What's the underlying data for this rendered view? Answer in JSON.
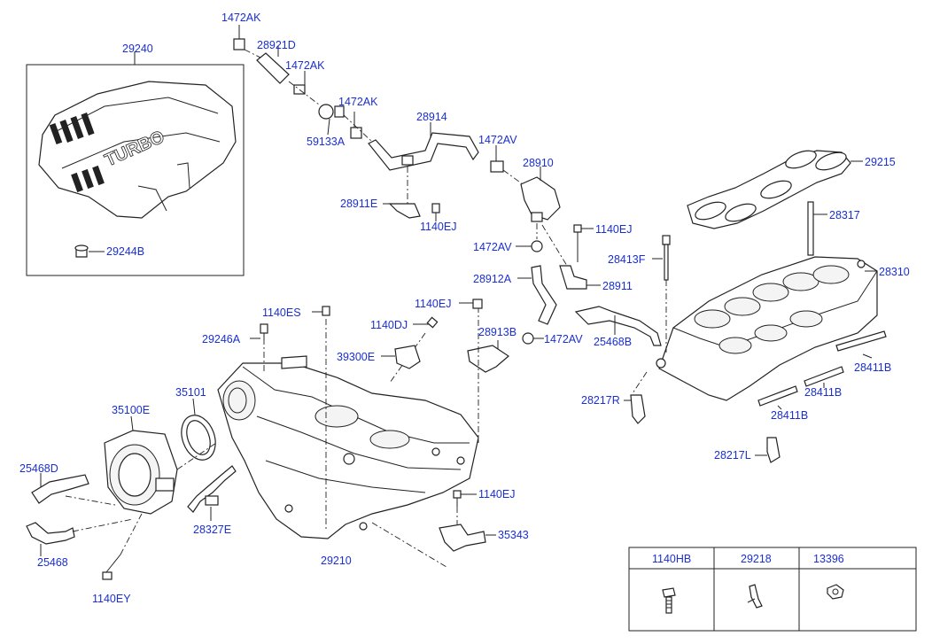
{
  "callouts": {
    "c29240": "29240",
    "c29244B": "29244B",
    "c1472AK_a": "1472AK",
    "c28921D": "28921D",
    "c1472AK_b": "1472AK",
    "c1472AK_c": "1472AK",
    "c59133A": "59133A",
    "c28914": "28914",
    "c1472AV_a": "1472AV",
    "c28910": "28910",
    "c28911E": "28911E",
    "c1140EJ_a": "1140EJ",
    "c1140EJ_b": "1140EJ",
    "c1472AV_b": "1472AV",
    "c28912A": "28912A",
    "c28911": "28911",
    "c1140EJ_c": "1140EJ",
    "c28913B": "28913B",
    "c1472AV_c": "1472AV",
    "c25468B": "25468B",
    "c29215": "29215",
    "c28317": "28317",
    "c28413F": "28413F",
    "c28310": "28310",
    "c28411B_a": "28411B",
    "c28411B_b": "28411B",
    "c28411B_c": "28411B",
    "c28217R": "28217R",
    "c28217L": "28217L",
    "c1140ES": "1140ES",
    "c1140DJ": "1140DJ",
    "c29246A": "29246A",
    "c39300E": "39300E",
    "c35101": "35101",
    "c35100E": "35100E",
    "c25468D": "25468D",
    "c25468": "25468",
    "c28327E": "28327E",
    "c1140EY": "1140EY",
    "c29210": "29210",
    "c1140EJ_d": "1140EJ",
    "c35343": "35343"
  },
  "cover_text": "TURBO",
  "legend_table": {
    "headers": [
      "1140HB",
      "29218",
      "13396"
    ]
  }
}
